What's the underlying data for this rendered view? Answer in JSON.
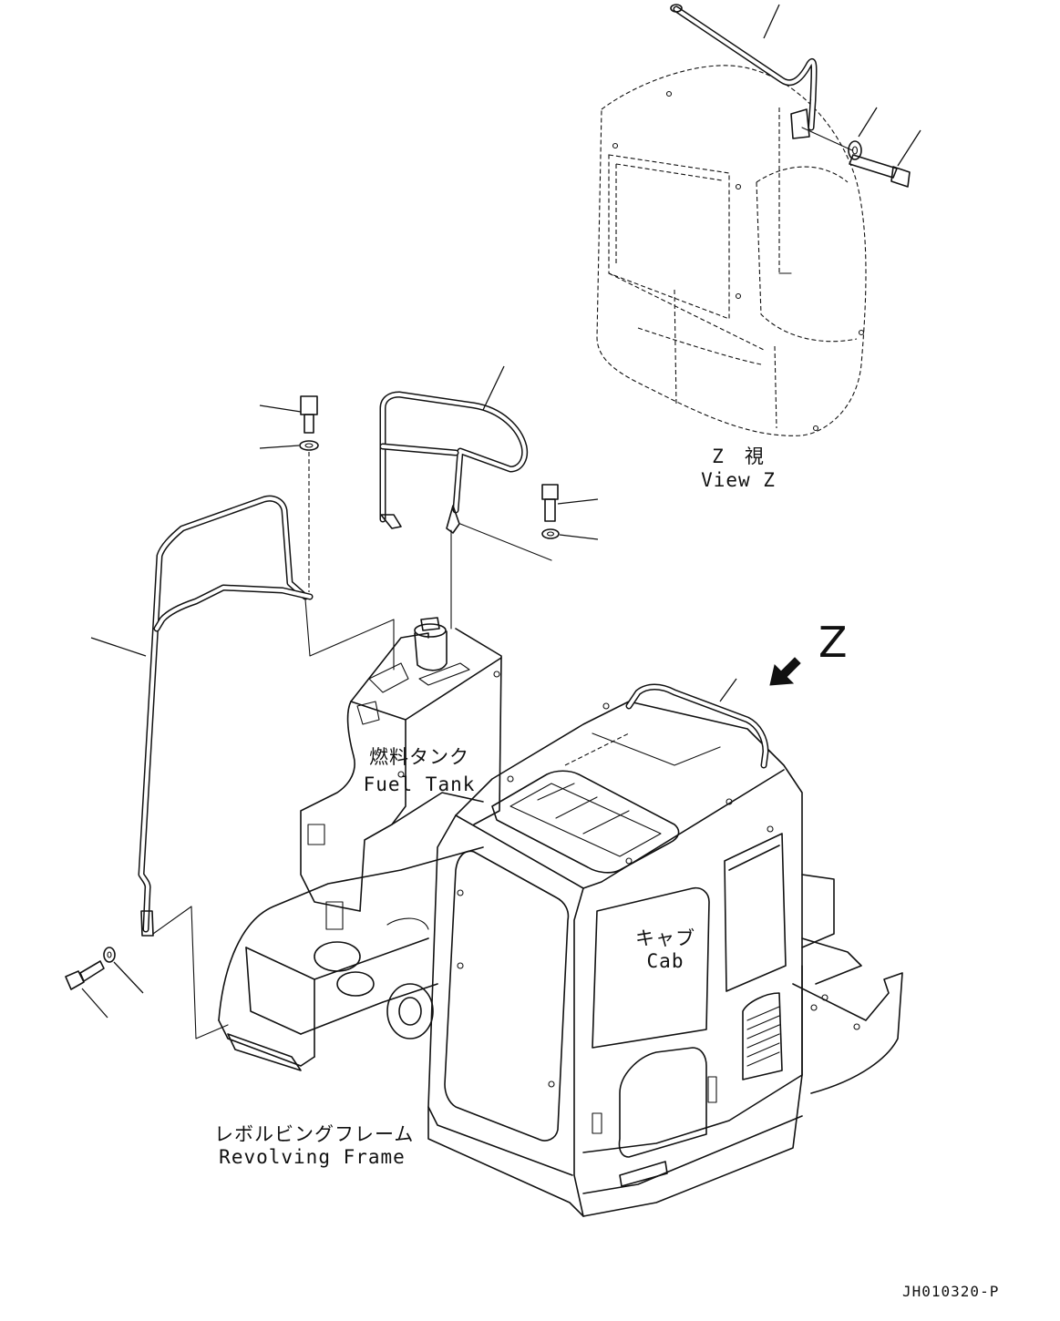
{
  "labels": {
    "view_z_jp": "Z　視",
    "view_z_en": "View Z",
    "z_marker": "Z",
    "fuel_tank_jp": "燃料タンク",
    "fuel_tank_en": "Fuel Tank",
    "cab_jp": "キャブ",
    "cab_en": "Cab",
    "frame_jp": "レボルビングフレーム",
    "frame_en": "Revolving Frame",
    "drawing_code": "JH010320-P"
  }
}
